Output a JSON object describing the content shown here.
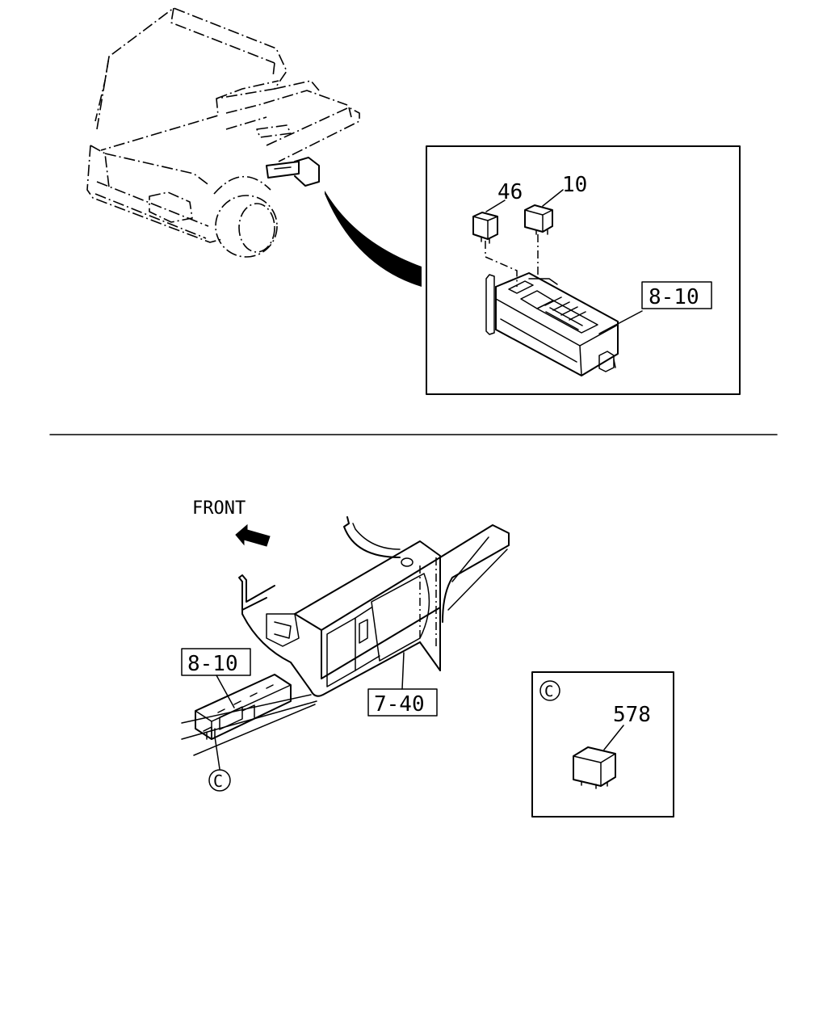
{
  "callouts": {
    "relay_46": "46",
    "relay_10": "10",
    "fuse_box_top": "8-10",
    "fuse_box_bottom": "8-10",
    "frame_bracket": "7-40",
    "relay_578": "578",
    "view_c_marker": "C",
    "view_c_panel": "C"
  },
  "front_label": "FRONT",
  "colors": {
    "ink": "#000000",
    "paper": "#ffffff"
  }
}
